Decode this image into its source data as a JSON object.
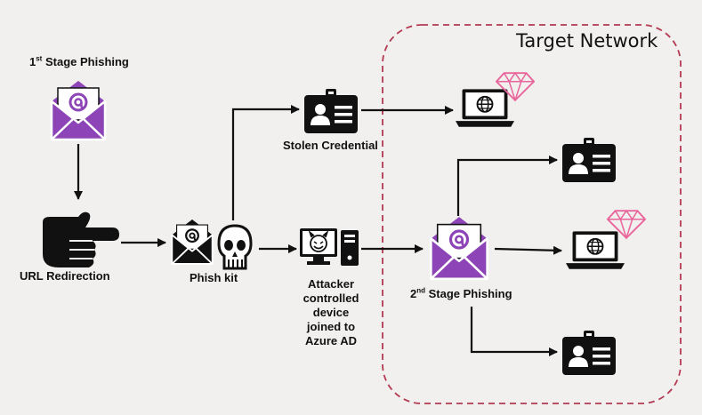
{
  "target_network": {
    "title": "Target Network"
  },
  "stages": {
    "first": {
      "prefix": "1",
      "sup": "st",
      "text": " Stage Phishing"
    },
    "second": {
      "prefix": "2",
      "sup": "nd",
      "text": " Stage Phishing"
    }
  },
  "nodes": {
    "url_redirection": "URL Redirection",
    "phish_kit": "Phish kit",
    "stolen_credential": "Stolen Credential",
    "attacker_device": [
      "Attacker",
      "controlled",
      "device",
      "joined to",
      "Azure AD"
    ]
  },
  "colors": {
    "accent_purple": "#7a3aa4",
    "purple_fill": "#9250b8",
    "gem_pink": "#e8669c",
    "boundary_red": "#b33a52",
    "ink": "#111111"
  },
  "icons": {
    "first_email": "email-at-icon",
    "pointer": "pointing-hand-icon",
    "phish_email": "email-at-icon",
    "skull": "skull-icon",
    "credential_top": "id-badge-icon",
    "laptop_top": "laptop-globe-icon",
    "gem_top": "diamond-icon",
    "attacker_pc": "desktop-devil-icon",
    "second_email": "email-at-icon",
    "credential_right_top": "id-badge-icon",
    "laptop_right": "laptop-globe-icon",
    "gem_right": "diamond-icon",
    "credential_right_bottom": "id-badge-icon"
  }
}
